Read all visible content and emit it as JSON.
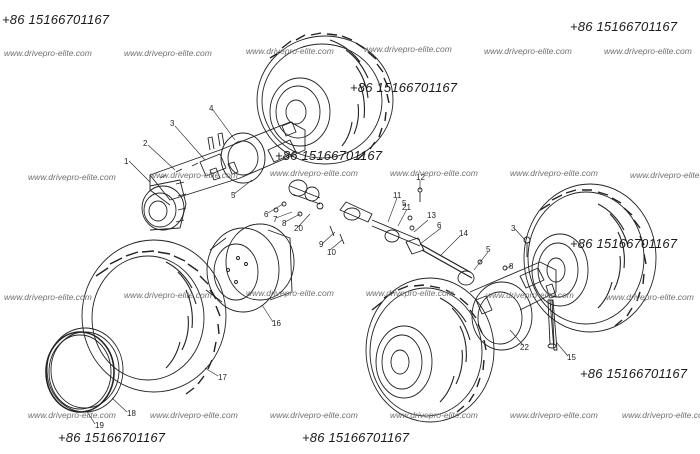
{
  "watermark": {
    "phone": "+86 15166701167",
    "url": "www.drivepro-elite.com"
  },
  "callouts": [
    "1",
    "2",
    "3",
    "4",
    "5",
    "6",
    "7",
    "8",
    "9",
    "10",
    "11",
    "12",
    "13",
    "14",
    "15",
    "16",
    "17",
    "18",
    "19",
    "20",
    "21",
    "22"
  ],
  "colors": {
    "line": "#222222",
    "phone_text": "#1a1a1a",
    "url_text": "#6f6f6f"
  }
}
